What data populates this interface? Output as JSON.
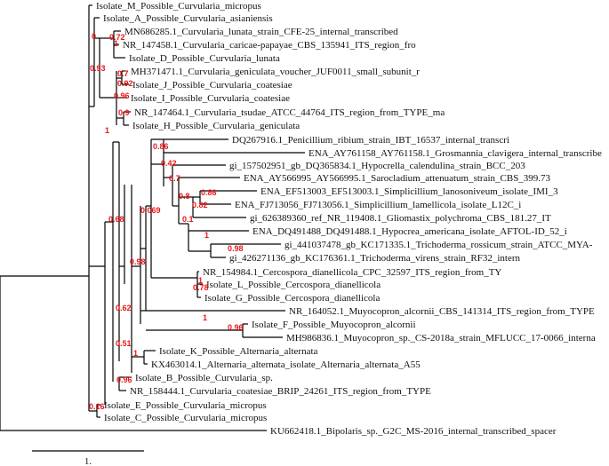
{
  "tree": {
    "leaves": [
      {
        "id": "m",
        "label": "Isolate_M_Possible_Curvularia_micropus"
      },
      {
        "id": "a",
        "label": "Isolate_A_Possible_Curvularia_asianiensis"
      },
      {
        "id": "mn",
        "label": "MN686285.1_Curvularia_lunata_strain_CFE-25_internal_transcribed"
      },
      {
        "id": "nr147458",
        "label": "NR_147458.1_Curvularia_caricae-papayae_CBS_135941_ITS_region_fro"
      },
      {
        "id": "d",
        "label": "Isolate_D_Possible_Curvularia_lunata"
      },
      {
        "id": "mh371",
        "label": "MH371471.1_Curvularia_geniculata_voucher_JUF0011_small_subunit_r"
      },
      {
        "id": "j",
        "label": "Isolate_J_Possible_Curvularia_coatesiae"
      },
      {
        "id": "i",
        "label": "Isolate_I_Possible_Curvularia_coatesiae"
      },
      {
        "id": "nr147464",
        "label": "NR_147464.1_Curvularia_tsudae_ATCC_44764_ITS_region_from_TYPE_ma"
      },
      {
        "id": "h",
        "label": "Isolate_H_Possible_Curvularia_geniculata"
      },
      {
        "id": "dq267",
        "label": "DQ267916.1_Penicillium_ribium_strain_IBT_16537_internal_transcri"
      },
      {
        "id": "ay761",
        "label": "ENA_AY761158_AY761158.1_Grosmannia_clavigera_internal_transcribe"
      },
      {
        "id": "gi157",
        "label": "gi_157502951_gb_DQ365834.1_Hypocrella_calendulina_strain_BCC_203"
      },
      {
        "id": "ay566",
        "label": "ENA_AY566995_AY566995.1_Sarocladium_attenuatum_strain_CBS_399.73"
      },
      {
        "id": "ef513",
        "label": "ENA_EF513003_EF513003.1_Simplicillium_lanosoniveum_isolate_IMI_3"
      },
      {
        "id": "fj713",
        "label": "ENA_FJ713056_FJ713056.1_Simplicillium_lamellicola_isolate_L12C_i"
      },
      {
        "id": "gi626",
        "label": "gi_626389360_ref_NR_119408.1_Gliomastix_polychroma_CBS_181.27_IT"
      },
      {
        "id": "dq491",
        "label": "ENA_DQ491488_DQ491488.1_Hypocrea_americana_isolate_AFTOL-ID_52_i"
      },
      {
        "id": "gi441",
        "label": "gi_441037478_gb_KC171335.1_Trichoderma_rossicum_strain_ATCC_MYA-"
      },
      {
        "id": "gi426",
        "label": "gi_426271136_gb_KC176361.1_Trichoderma_virens_strain_RF32_intern"
      },
      {
        "id": "nr154",
        "label": "NR_154984.1_Cercospora_dianellicola_CPC_32597_ITS_region_from_TY"
      },
      {
        "id": "l",
        "label": "Isolate_L_Possible_Cercospora_dianellicola"
      },
      {
        "id": "g",
        "label": "Isolate_G_Possible_Cercospora_dianellicola"
      },
      {
        "id": "nr164",
        "label": "NR_164052.1_Muyocopron_alcornii_CBS_141314_ITS_region_from_TYPE"
      },
      {
        "id": "f",
        "label": "Isolate_F_Possible_Muyocopron_alcornii"
      },
      {
        "id": "mh986",
        "label": "MH986836.1_Muyocopron_sp._CS-2018a_strain_MFLUCC_17-0066_interna"
      },
      {
        "id": "k",
        "label": "Isolate_K_Possible_Alternaria_alternata"
      },
      {
        "id": "kx463",
        "label": "KX463014.1_Alternaria_alternata_isolate_Alternaria_alternata_A55"
      },
      {
        "id": "b",
        "label": "Isolate_B_Possible_Curvularia_sp."
      },
      {
        "id": "nr158",
        "label": "NR_158444.1_Curvularia_coatesiae_BRIP_24261_ITS_region_from_TYPE"
      },
      {
        "id": "e",
        "label": "Isolate_E_Possible_Curvularia_micropus"
      },
      {
        "id": "c",
        "label": "Isolate_C_Possible_Curvularia_micropus"
      },
      {
        "id": "ku662",
        "label": "KU662418.1_Bipolaris_sp._G2C_MS-2016_internal_transcribed_spacer"
      }
    ],
    "support_values": [
      {
        "id": "s_a",
        "text": "0"
      },
      {
        "id": "s_mn",
        "text": "0.72"
      },
      {
        "id": "s_nr147458",
        "text": "1"
      },
      {
        "id": "s_root_curv",
        "text": "0.93"
      },
      {
        "id": "s_mh",
        "text": "0.7"
      },
      {
        "id": "s_j",
        "text": "0.92"
      },
      {
        "id": "s_i",
        "text": "0.96"
      },
      {
        "id": "s_nr147464",
        "text": "0.9"
      },
      {
        "id": "s_h",
        "text": "1"
      },
      {
        "id": "s_dq267",
        "text": "0.86"
      },
      {
        "id": "s_ay761",
        "text": "0.42"
      },
      {
        "id": "s_gi157",
        "text": "0.7"
      },
      {
        "id": "s_ay566",
        "text": "0.8"
      },
      {
        "id": "s_ef513",
        "text": "0.86"
      },
      {
        "id": "s_fj713",
        "text": "0.82"
      },
      {
        "id": "s_gi626",
        "text": "0.1"
      },
      {
        "id": "s_dq491",
        "text": "1"
      },
      {
        "id": "s_gi441",
        "text": "0.98"
      },
      {
        "id": "s_big",
        "text": "0.069"
      },
      {
        "id": "s_outer",
        "text": "0.68"
      },
      {
        "id": "s_cerc",
        "text": "0.98"
      },
      {
        "id": "s_nr154",
        "text": "1"
      },
      {
        "id": "s_l",
        "text": "0.78"
      },
      {
        "id": "s_muyo",
        "text": "1"
      },
      {
        "id": "s_f",
        "text": "0.96"
      },
      {
        "id": "s_62",
        "text": "0.62"
      },
      {
        "id": "s_k",
        "text": "1"
      },
      {
        "id": "s_51",
        "text": "0.51"
      },
      {
        "id": "s_b",
        "text": "0.96"
      },
      {
        "id": "s_e",
        "text": "0.16"
      }
    ]
  },
  "scale": {
    "label": "1."
  }
}
